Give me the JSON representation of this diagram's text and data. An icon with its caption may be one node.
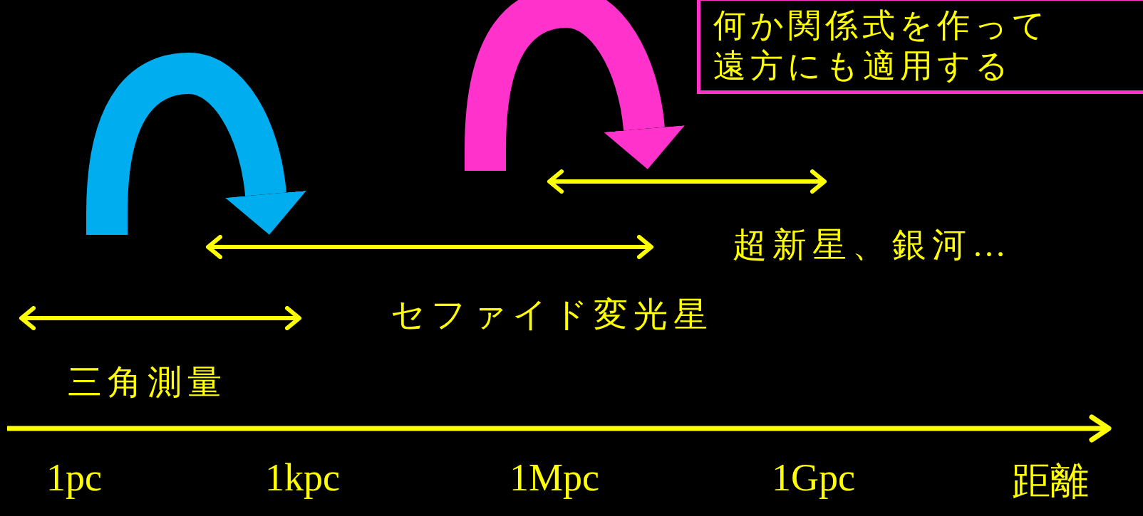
{
  "diagram": {
    "nodes": [
      {
        "text": [],
        "shape": "arrow",
        "beside": [
          "三角測量"
        ]
      },
      {
        "text": [],
        "shape": "arrow",
        "beside": [
          "セファイド変光星"
        ]
      },
      {
        "text": [],
        "shape": "arrow",
        "beside": [
          "超新星、銀河…"
        ]
      },
      {
        "text": [
          "何か関係式を作って遠方にも適用する"
        ]
      }
    ],
    "edges": [
      {
        "from": null,
        "to": 1,
        "arrow": "to",
        "color": "#00aeef"
      },
      {
        "from": null,
        "to": 2,
        "arrow": "to",
        "color": "#ff33cc"
      }
    ],
    "labels": [
      "1pc",
      "1kpc",
      "1Mpc",
      "1Gpc",
      "距離"
    ]
  }
}
